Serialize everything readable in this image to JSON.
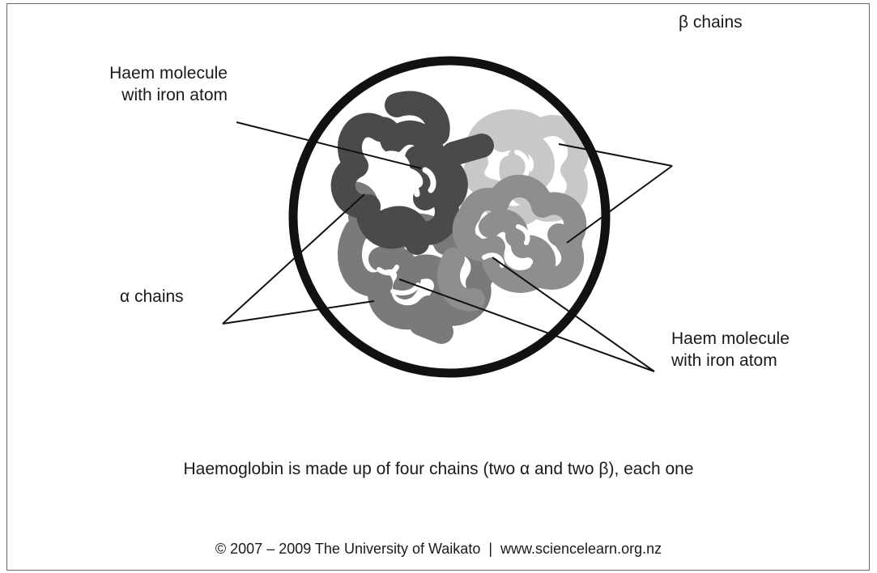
{
  "labels": {
    "haem_top": [
      "Haem molecule",
      "with iron atom"
    ],
    "beta_chains": "β chains",
    "alpha_chains": "α chains",
    "haem_bottom": [
      "Haem molecule",
      "with iron atom"
    ]
  },
  "caption": "Haemoglobin is made up of four chains (two α and two β), each one",
  "copyright": "© 2007 – 2009 The University of Waikato  |  www.sciencelearn.org.nz",
  "colors": {
    "outline": "#111111",
    "alpha_chain_dark": "#4a4a4a",
    "alpha_chain_mid": "#7a7a7a",
    "beta_chain_light": "#c8c8c8",
    "beta_chain_mid": "#8e8e8e"
  }
}
